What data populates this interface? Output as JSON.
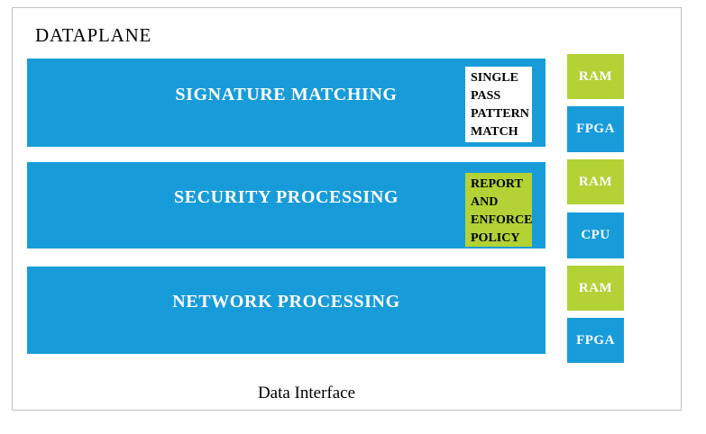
{
  "diagram": {
    "title": "DATAPLANE",
    "footer_label": "Data Interface",
    "bars": [
      {
        "label": "SIGNATURE MATCHING",
        "inset": {
          "lines": [
            "SINGLE",
            "PASS",
            "PATTERN",
            "MATCH"
          ],
          "bg": "#FFFFFF",
          "text_color": "#000000"
        }
      },
      {
        "label": "SECURITY PROCESSING",
        "inset": {
          "lines": [
            "REPORT",
            "AND",
            "ENFORCE",
            "POLICY"
          ],
          "bg": "#B2D235",
          "text_color": "#000000"
        }
      },
      {
        "label": "NETWORK PROCESSING"
      }
    ],
    "chips": [
      {
        "label": "RAM",
        "color": "#B2D235"
      },
      {
        "label": "FPGA",
        "color": "#189CD9"
      },
      {
        "label": "RAM",
        "color": "#B2D235"
      },
      {
        "label": "CPU",
        "color": "#189CD9"
      },
      {
        "label": "RAM",
        "color": "#B2D235"
      },
      {
        "label": "FPGA",
        "color": "#189CD9"
      }
    ],
    "colors": {
      "bar_blue": "#189CD9",
      "chip_green": "#B2D235",
      "border_gray": "#BFBFBF",
      "text_on_blue": "#FFFFFF",
      "text_on_white": "#000000"
    }
  }
}
